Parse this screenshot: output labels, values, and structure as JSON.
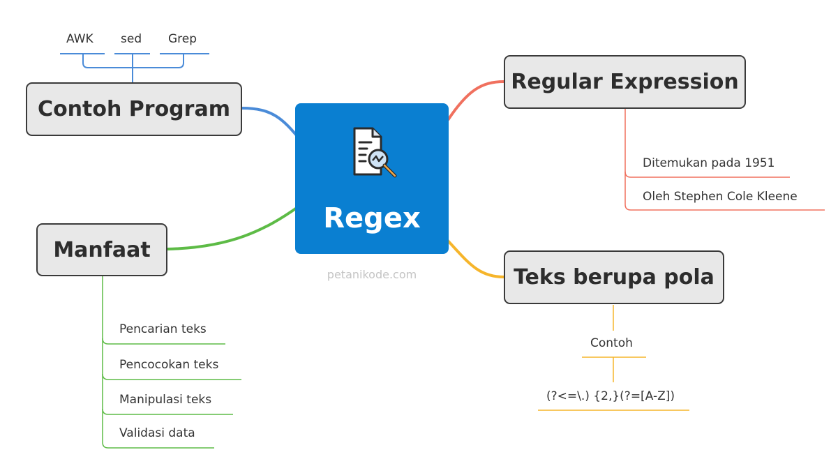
{
  "center": {
    "title": "Regex",
    "icon": "document-search-icon",
    "color": "#0a7fd1"
  },
  "watermark": "petanikode.com",
  "branches": {
    "contoh_program": {
      "label": "Contoh Program",
      "color": "#4a8bd8",
      "items": [
        "AWK",
        "sed",
        "Grep"
      ]
    },
    "regular_expression": {
      "label": "Regular Expression",
      "color": "#f0705e",
      "items": [
        "Ditemukan pada 1951",
        "Oleh Stephen Cole Kleene"
      ]
    },
    "manfaat": {
      "label": "Manfaat",
      "color": "#5dbb46",
      "items": [
        "Pencarian teks",
        "Pencocokan teks",
        "Manipulasi teks",
        "Validasi data"
      ]
    },
    "teks_berupa_pola": {
      "label": "Teks berupa pola",
      "color": "#f6b52b",
      "items": [
        "Contoh",
        "(?<=\\.) {2,}(?=[A-Z])"
      ]
    }
  }
}
